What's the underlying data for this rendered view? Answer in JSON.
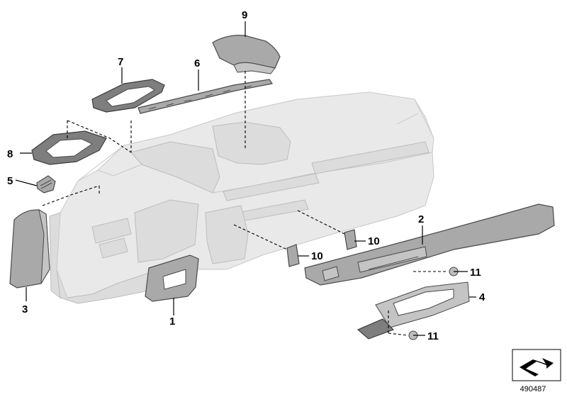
{
  "diagram": {
    "callouts": [
      "9",
      "7",
      "6",
      "8",
      "5",
      "2",
      "10",
      "10",
      "11",
      "4",
      "3",
      "1",
      "11"
    ],
    "document_number": "490487"
  }
}
